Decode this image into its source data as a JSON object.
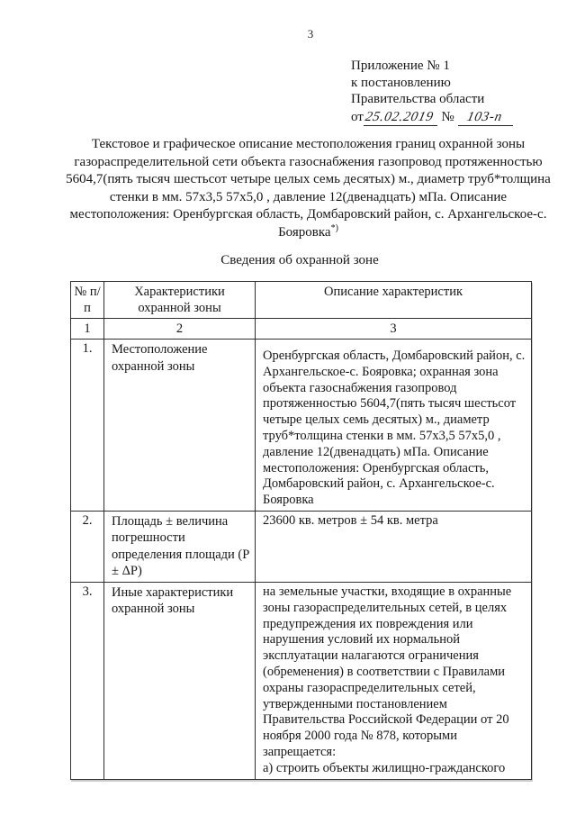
{
  "page": {
    "number": "3"
  },
  "appendix": {
    "line1": "Приложение № 1",
    "line2": "к постановлению",
    "line3": "Правительства области",
    "date_prefix": "от",
    "date_value": "25.02.2019",
    "number_sign": "№",
    "number_value": "103-п"
  },
  "title": {
    "text": "Текстовое и графическое описание местоположения границ охранной зоны газораспределительной сети объекта газоснабжения газопровод протяженностью 5604,7(пять тысяч шестьсот четыре целых семь десятых) м., диаметр труб*толщина стенки в мм. 57х3,5 57х5,0 , давление 12(двенадцать) мПа. Описание местоположения: Оренбургская область, Домбаровский район, с. Архангельское-с. Бояровка",
    "footnote_mark": "*)"
  },
  "subtitle": "Сведения об охранной зоне",
  "table": {
    "headers": {
      "col1": "№ п/п",
      "col2": "Характеристики охранной зоны",
      "col3": "Описание характеристик"
    },
    "column_numbers": {
      "col1": "1",
      "col2": "2",
      "col3": "3"
    },
    "rows": [
      {
        "num": "1.",
        "characteristic": "Местоположение охранной зоны",
        "description": "Оренбургская область, Домбаровский район, с. Архангельское-с. Бояровка; охранная зона объекта газоснабжения газопровод протяженностью 5604,7(пять тысяч шестьсот четыре целых семь десятых) м., диаметр труб*толщина стенки в мм. 57х3,5 57х5,0 , давление 12(двенадцать) мПа. Описание местоположения: Оренбургская область, Домбаровский район, с. Архангельское-с. Бояровка"
      },
      {
        "num": "2.",
        "characteristic": "Площадь ± величина погрешности определения площади (Р ± ΔР)",
        "description": "23600 кв. метров ± 54 кв. метра"
      },
      {
        "num": "3.",
        "characteristic": "Иные характеристики охранной зоны",
        "description": "на земельные участки, входящие в охранные зоны газораспределительных сетей, в целях предупреждения их повреждения или нарушения условий их нормальной эксплуатации налагаются ограничения (обременения) в соответствии с Правилами охраны газораспределительных сетей, утвержденными постановлением Правительства Российской Федерации от 20 ноября 2000 года № 878, которыми запрещается:\nа) строить объекты жилищно-гражданского"
      }
    ]
  }
}
